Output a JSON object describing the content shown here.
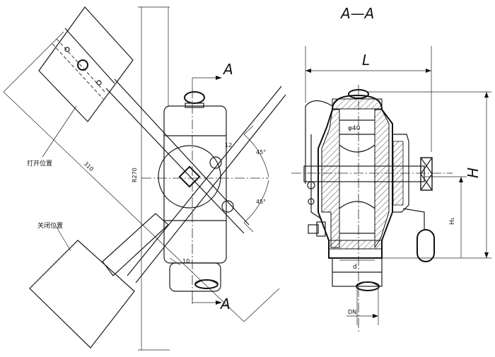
{
  "labels": {
    "section_title": "A—A",
    "section_mark_top": "A",
    "section_mark_bottom": "A",
    "open_position": "打开位置",
    "closed_position": "关闭位置",
    "dim_L": "L",
    "dim_H": "H",
    "dim_H1": "H₁",
    "dim_d": "d",
    "dim_DN": "DN",
    "dim_R270": "R270",
    "dim_310": "310",
    "dim_phi40": "φ40",
    "angle_upper": "45°",
    "angle_lower": "45°",
    "dim_12": "12",
    "dim_10": "10"
  },
  "colors": {
    "ink": "#111111",
    "paper": "#ffffff"
  }
}
